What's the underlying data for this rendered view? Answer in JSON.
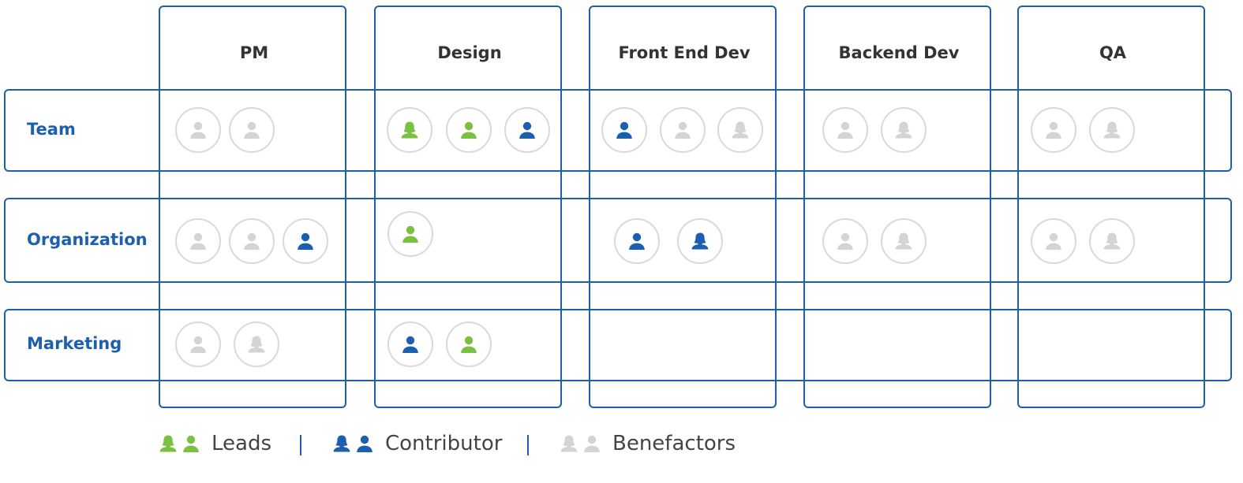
{
  "colors": {
    "frame": "#1c5fae",
    "lead": "#7ac142",
    "contributor": "#1c5fae",
    "benefactor": "#d4d4d4",
    "column_label": "#333333",
    "row_label": "#1c5fae"
  },
  "columns": [
    {
      "label": "PM"
    },
    {
      "label": "Design"
    },
    {
      "label": "Front End Dev"
    },
    {
      "label": "Backend Dev"
    },
    {
      "label": "QA"
    }
  ],
  "rows": [
    {
      "label": "Team"
    },
    {
      "label": "Organization"
    },
    {
      "label": "Marketing"
    }
  ],
  "cells": {
    "team": {
      "pm": [
        {
          "role": "benefactor",
          "gender": "male"
        },
        {
          "role": "benefactor",
          "gender": "male"
        }
      ],
      "design": [
        {
          "role": "lead",
          "gender": "female"
        },
        {
          "role": "lead",
          "gender": "male"
        },
        {
          "role": "contributor",
          "gender": "male"
        }
      ],
      "frontend": [
        {
          "role": "contributor",
          "gender": "male"
        },
        {
          "role": "benefactor",
          "gender": "male"
        },
        {
          "role": "benefactor",
          "gender": "female"
        }
      ],
      "backend": [
        {
          "role": "benefactor",
          "gender": "male"
        },
        {
          "role": "benefactor",
          "gender": "female"
        }
      ],
      "qa": [
        {
          "role": "benefactor",
          "gender": "male"
        },
        {
          "role": "benefactor",
          "gender": "female"
        }
      ]
    },
    "organization": {
      "pm": [
        {
          "role": "benefactor",
          "gender": "male"
        },
        {
          "role": "benefactor",
          "gender": "male"
        },
        {
          "role": "contributor",
          "gender": "male"
        }
      ],
      "design": [
        {
          "role": "lead",
          "gender": "male"
        }
      ],
      "frontend": [
        {
          "role": "contributor",
          "gender": "male"
        },
        {
          "role": "contributor",
          "gender": "female"
        }
      ],
      "backend": [
        {
          "role": "benefactor",
          "gender": "male"
        },
        {
          "role": "benefactor",
          "gender": "female"
        }
      ],
      "qa": [
        {
          "role": "benefactor",
          "gender": "male"
        },
        {
          "role": "benefactor",
          "gender": "female"
        }
      ]
    },
    "marketing": {
      "pm": [
        {
          "role": "benefactor",
          "gender": "male"
        },
        {
          "role": "benefactor",
          "gender": "female"
        }
      ],
      "design": [
        {
          "role": "contributor",
          "gender": "male"
        },
        {
          "role": "lead",
          "gender": "male"
        }
      ],
      "frontend": [],
      "backend": [],
      "qa": []
    }
  },
  "legend": {
    "leads": {
      "label": "Leads",
      "icons": [
        "lead-female-icon",
        "lead-male-icon"
      ]
    },
    "contributor": {
      "label": "Contributor",
      "icons": [
        "contributor-female-icon",
        "contributor-male-icon"
      ]
    },
    "benefactors": {
      "label": "Benefactors",
      "icons": [
        "benefactor-female-icon",
        "benefactor-male-icon"
      ]
    }
  }
}
